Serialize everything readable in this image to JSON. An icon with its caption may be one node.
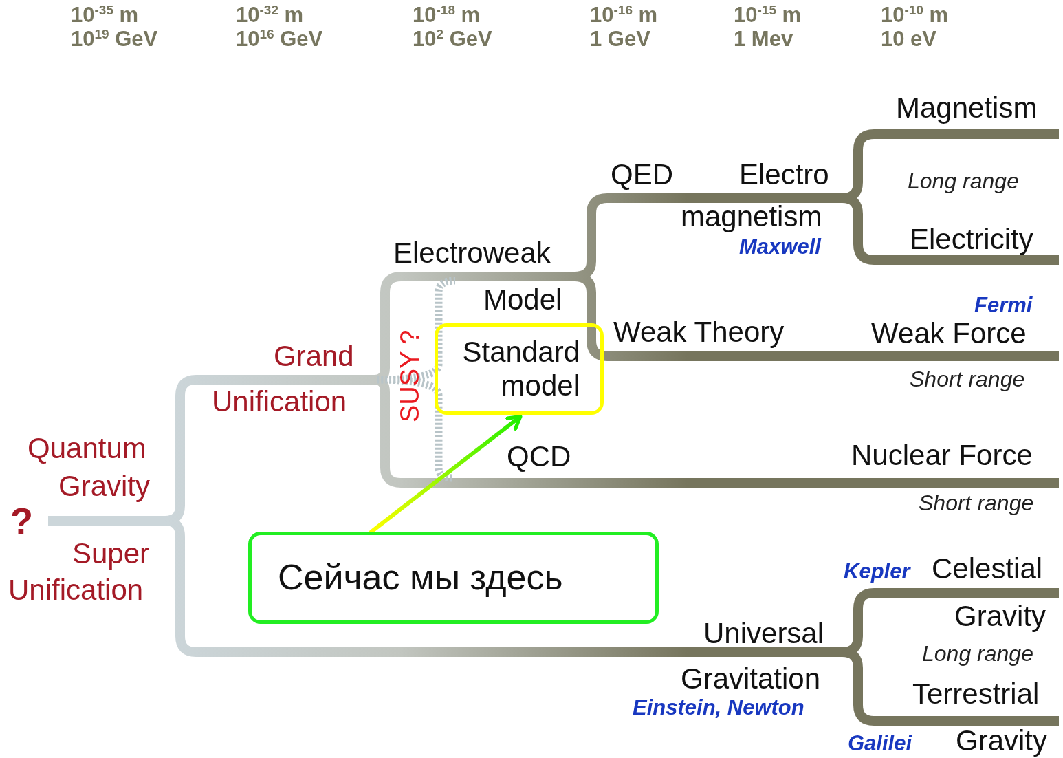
{
  "diagram": {
    "nodes": [
      {
        "text": [
          "Standard model"
        ]
      },
      {
        "text": [
          "Сейчас мы здесь"
        ]
      }
    ],
    "edges": [
      {
        "from": 1,
        "to": 0,
        "arrow": "to"
      }
    ],
    "labels": [
      "10$^{-35}$ m",
      "10$^{19}$ GeV",
      "10$^{-32}$ m",
      "10$^{16}$ GeV",
      "10$^{-18}$ m",
      "10$^{2}$ GeV",
      "10$^{-16}$ m",
      "1 GeV",
      "10$^{-15}$ m",
      "1 Mev",
      "10$^{-10}$ m",
      "10 eV",
      "Magnetism",
      "QED",
      "Electro",
      "Long range",
      "magnetism",
      "Electricity",
      "Maxwell",
      "Electroweak",
      "Model",
      "Fermi",
      "Weak Theory",
      "Weak Force",
      "Grand",
      "SUSY ?",
      "Unification",
      "Short range",
      "Quantum",
      "Gravity",
      "QCD",
      "Nuclear Force",
      "Short range",
      "?",
      "Super",
      "Unification",
      "Kepler",
      "Celestial",
      "Gravity",
      "Universal",
      "Long range",
      "Gravitation",
      "Terrestrial",
      "Einstein, Newton",
      "Galilei",
      "Gravity"
    ]
  }
}
